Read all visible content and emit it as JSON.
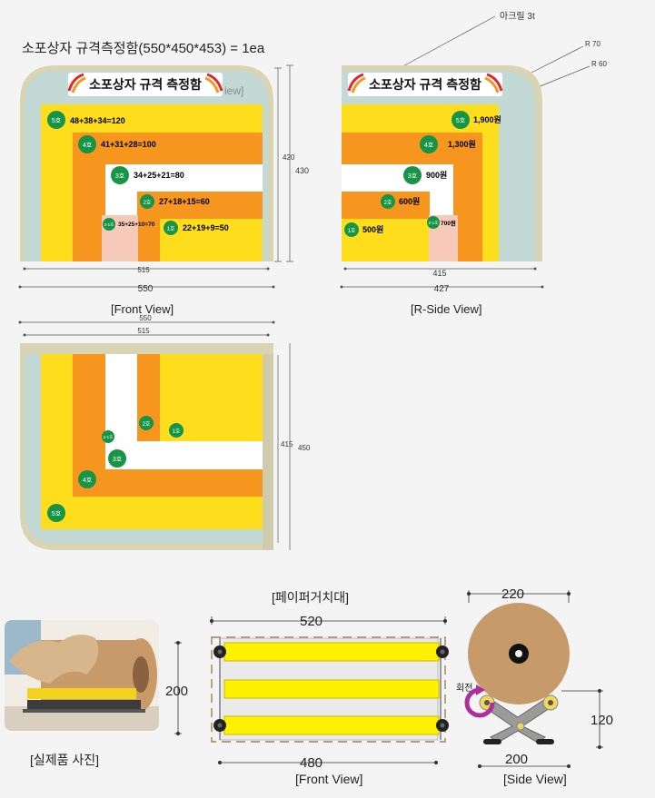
{
  "header": {
    "title": "소포상자 규격측정함(550*450*453) = 1ea",
    "acrylic_note": "아크릴 3t",
    "radius_outer": "R 70",
    "radius_inner": "R 60"
  },
  "banner": {
    "text": "소포상자 규격 측정함",
    "peek_text": "iew]"
  },
  "front_view": {
    "label": "[Front View]",
    "dims": {
      "height_inner": "420",
      "height_outer": "430",
      "width_inner": "515",
      "width_outer": "550"
    },
    "boxes": [
      {
        "badge": "5호",
        "formula": "48+38+34=120"
      },
      {
        "badge": "4호",
        "formula": "41+31+28=100"
      },
      {
        "badge": "3호",
        "formula": "34+25+21=80"
      },
      {
        "badge": "2호",
        "formula": "27+18+15=60"
      },
      {
        "badge": "2-1호",
        "formula": "35+25+10=70"
      },
      {
        "badge": "1호",
        "formula": "22+19+9=50"
      }
    ]
  },
  "side_view": {
    "label": "[R-Side View]",
    "dims": {
      "width_inner": "415",
      "width_outer": "427"
    },
    "prices": [
      {
        "badge": "5호",
        "price": "1,900원"
      },
      {
        "badge": "4호",
        "price": "1,300원"
      },
      {
        "badge": "3호",
        "price": "900원"
      },
      {
        "badge": "2호",
        "price": "600원"
      },
      {
        "badge": "2-1호",
        "price": "700원"
      },
      {
        "badge": "1호",
        "price": "500원"
      }
    ]
  },
  "top_view": {
    "dims": {
      "width_outer": "550",
      "width_inner": "515",
      "depth_inner": "415",
      "depth_outer": "450"
    },
    "badges": [
      "2호",
      "1호",
      "2-1호",
      "3호",
      "4호",
      "5호"
    ]
  },
  "dispenser": {
    "title": "[페이퍼거치대]",
    "photo_label": "[실제품 사진]",
    "front_label": "[Front View]",
    "side_label": "[Side View]",
    "front_dims": {
      "top": "520",
      "height": "200",
      "bottom": "480"
    },
    "side_dims": {
      "diameter": "220",
      "height": "120",
      "base": "200"
    },
    "rotate_label": "회전"
  },
  "colors": {
    "yellow": "#fede1c",
    "orange": "#f6961e",
    "pink": "#f6c9b8",
    "green": "#179447",
    "frame": "#d8d4b4",
    "glass": "#c3d9d6"
  }
}
